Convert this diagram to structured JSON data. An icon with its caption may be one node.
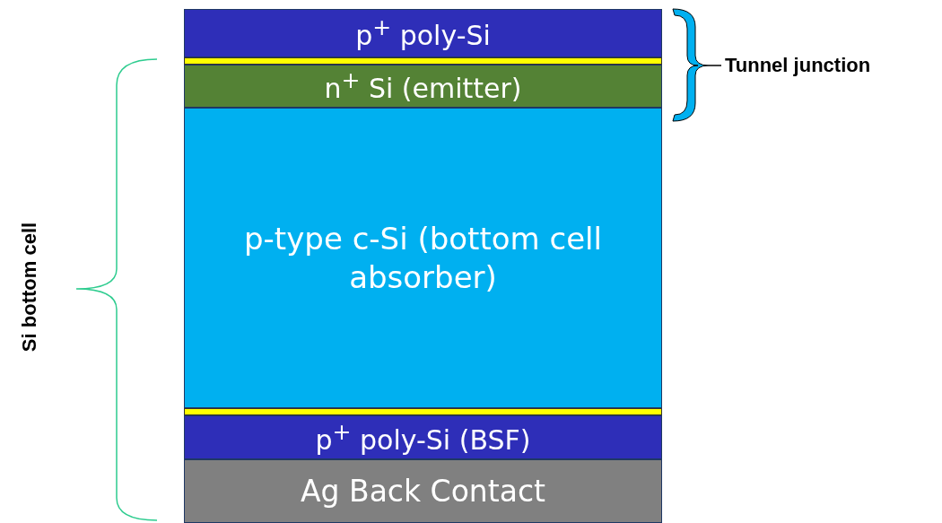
{
  "diagram": {
    "nodes": [
      {
        "text": [
          "p$^{+}$ poly-Si"
        ]
      },
      {
        "text": [],
        "shape": "bar"
      },
      {
        "text": [
          "n$^{+}$ Si (emitter)"
        ]
      },
      {
        "text": [
          "p-type c-Si (bottom cell absorber)"
        ]
      },
      {
        "text": [],
        "shape": "bar"
      },
      {
        "text": [
          "p$^{+}$ poly-Si (BSF)"
        ]
      },
      {
        "text": [
          "Ag Back Contact"
        ]
      }
    ],
    "labels": [
      "Tunnel junction",
      "Si bottom cell"
    ]
  }
}
